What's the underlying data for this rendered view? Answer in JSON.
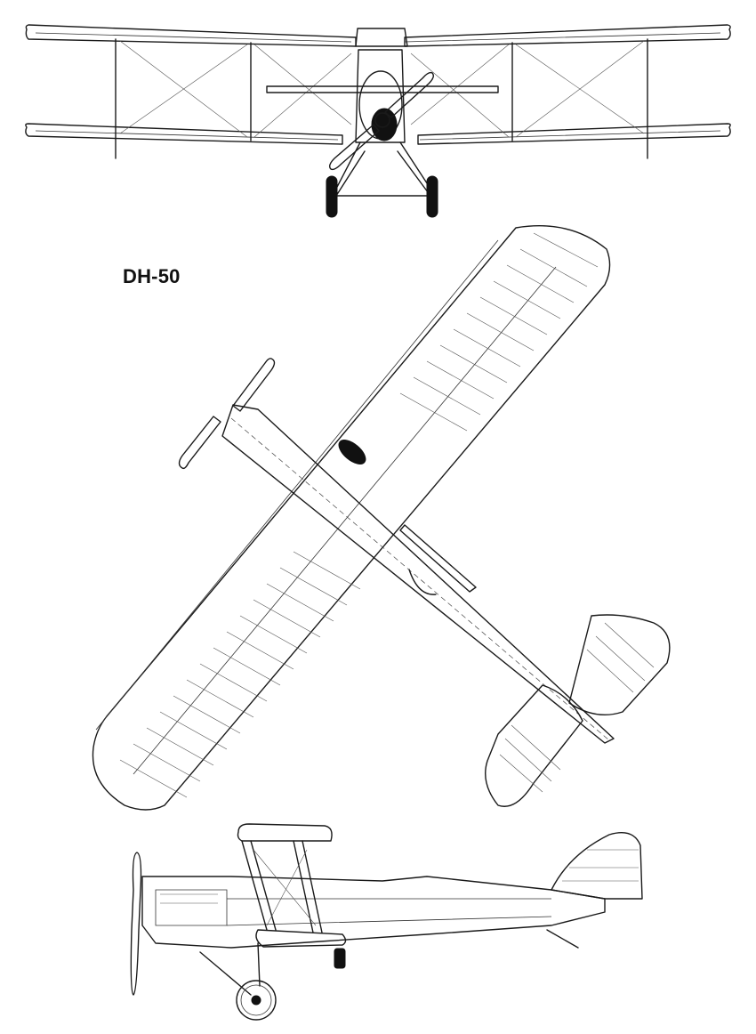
{
  "drawing": {
    "title": "DH-50",
    "views": [
      {
        "view": "front"
      },
      {
        "view": "top"
      },
      {
        "view": "side"
      }
    ]
  }
}
